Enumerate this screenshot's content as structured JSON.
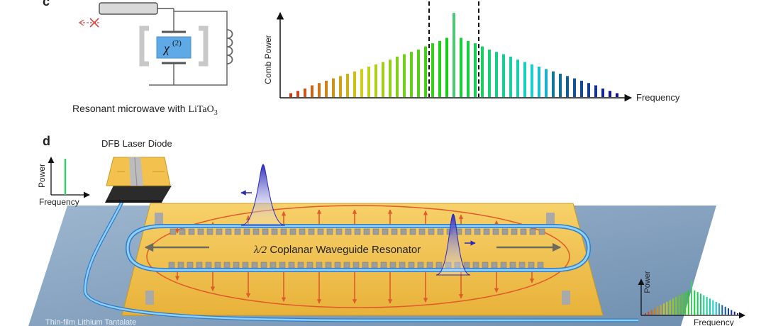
{
  "panel_c": {
    "letter": "c",
    "circuit_symbol": "χ",
    "circuit_superscript": "(2)",
    "circuit_caption_prefix": "Resonant microwave with ",
    "circuit_caption_formula": "LiTaO",
    "circuit_caption_subscript": "3"
  },
  "panel_d": {
    "letter": "d",
    "laser_label": "DFB Laser Diode",
    "inset_in": {
      "ylabel": "Power",
      "xlabel": "Frequency"
    },
    "resonator_lambda": "λ/2",
    "resonator_label": " Coplanar Waveguide Resonator",
    "substrate_label": "Thin-film Lithium Tantalate",
    "inset_out": {
      "ylabel": "Power",
      "xlabel": "Frequency"
    }
  },
  "chart_data": {
    "type": "bar",
    "title": "",
    "xlabel": "Frequency",
    "ylabel": "Comb Power",
    "grid": false,
    "center_line": "green",
    "dashed_markers": "around center",
    "values": [
      0.05,
      0.08,
      0.11,
      0.15,
      0.18,
      0.21,
      0.24,
      0.27,
      0.3,
      0.33,
      0.36,
      0.39,
      0.42,
      0.45,
      0.48,
      0.52,
      0.55,
      0.58,
      0.61,
      0.65,
      0.69,
      0.72,
      0.76,
      1.08,
      0.76,
      0.72,
      0.69,
      0.65,
      0.61,
      0.58,
      0.55,
      0.52,
      0.48,
      0.45,
      0.42,
      0.39,
      0.36,
      0.33,
      0.3,
      0.27,
      0.24,
      0.21,
      0.18,
      0.15,
      0.11,
      0.08,
      0.05
    ]
  },
  "colors": {
    "gold": "#f2c14e",
    "gold_dark": "#c99a20",
    "substrate": "#7f9fbf",
    "waveguide": "#6fb6ef",
    "field_arrow": "#e05a2b",
    "pulse": "#3030c0"
  }
}
